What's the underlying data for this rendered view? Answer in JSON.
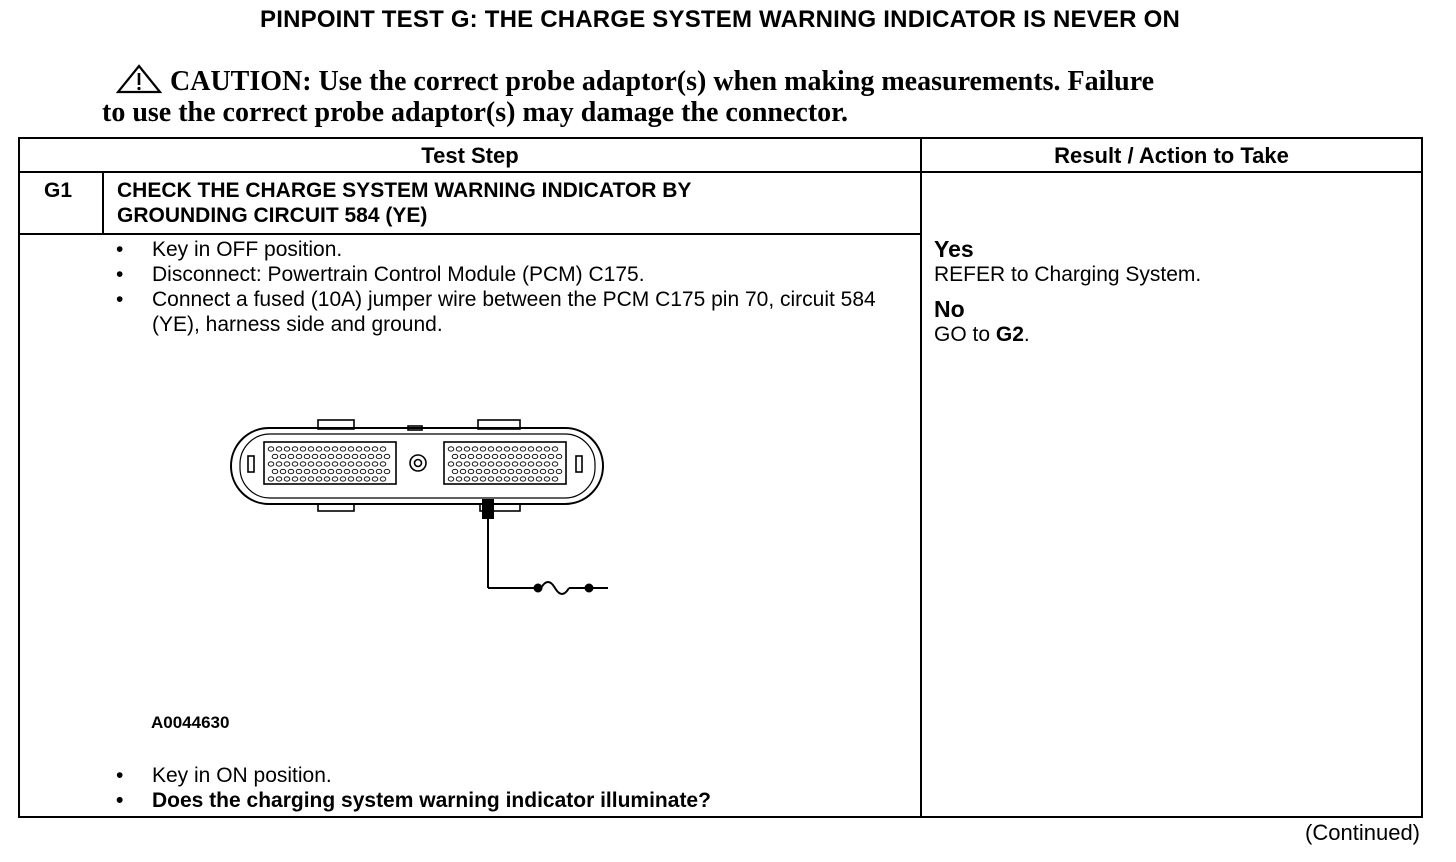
{
  "title": "PINPOINT TEST G: THE CHARGE SYSTEM WARNING INDICATOR IS NEVER ON",
  "caution": {
    "line1": "CAUTION: Use the correct probe adaptor(s) when making measurements. Failure",
    "line2": "to use the correct probe adaptor(s) may damage the connector."
  },
  "table": {
    "header_test_step": "Test Step",
    "header_result": "Result / Action to Take",
    "step_id": "G1",
    "step_title_line1": "CHECK THE CHARGE SYSTEM WARNING INDICATOR BY",
    "step_title_line2": "GROUNDING CIRCUIT 584 (YE)",
    "steps_before_figure": [
      "Key in OFF position.",
      "Disconnect: Powertrain Control Module (PCM) C175.",
      "Connect a fused (10A) jumper wire between the PCM C175 pin 70, circuit 584 (YE), harness side and ground."
    ],
    "figure_id": "A0044630",
    "steps_after_figure": [
      "Key in ON position.",
      "Does the charging system warning indicator illuminate?"
    ],
    "result": {
      "yes_label": "Yes",
      "yes_action": "REFER to Charging System.",
      "no_label": "No",
      "no_action_prefix": "GO to ",
      "no_action_target": "G2",
      "no_action_suffix": "."
    }
  },
  "footer": {
    "continued": "(Continued)"
  },
  "icons": {
    "caution": "warning-triangle-icon"
  }
}
